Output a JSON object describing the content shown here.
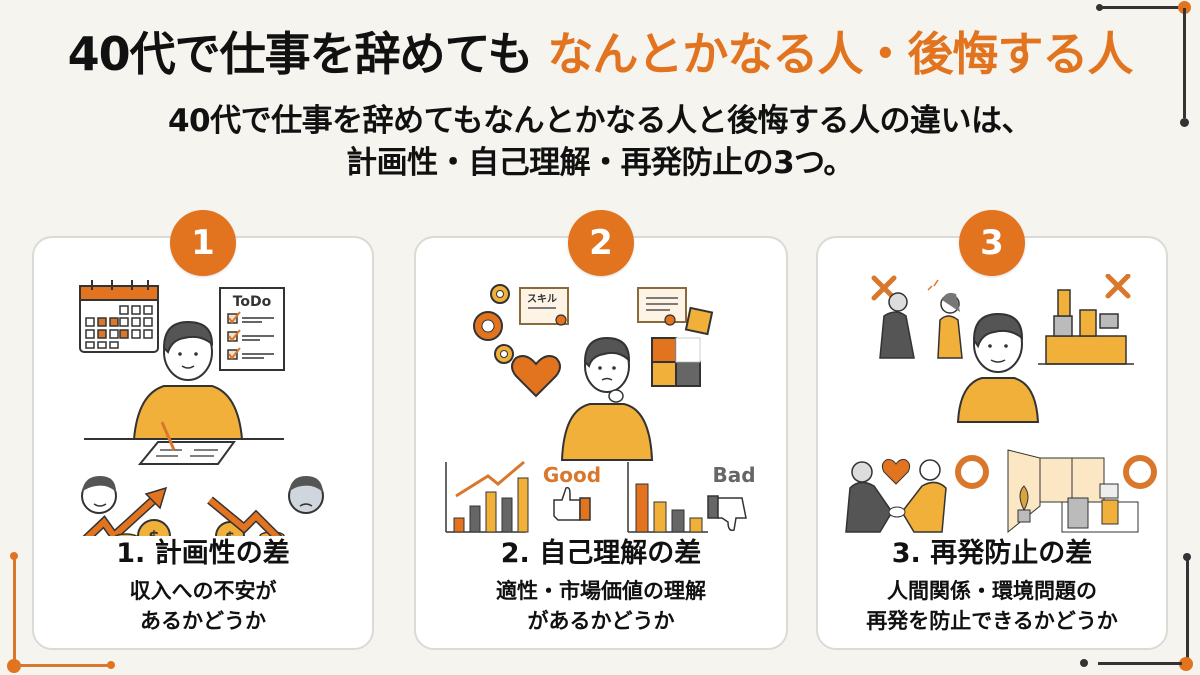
{
  "header": {
    "title_main": "40代で仕事を辞めても",
    "title_accent": "なんとかなる人・後悔する人",
    "subtitle_line1": "40代で仕事を辞めてもなんとかなる人と後悔する人の違いは、",
    "subtitle_line2": "計画性・自己理解・再発防止の3つ。"
  },
  "colors": {
    "accent": "#e2731f",
    "accent_light": "#f0b03a",
    "background": "#f5f4ef",
    "card": "#ffffff",
    "dark": "#333333"
  },
  "cards": [
    {
      "number": "1",
      "heading": "1. 計画性の差",
      "desc_line1": "収入への不安が",
      "desc_line2": "あるかどうか",
      "art": {
        "todo_label": "ToDo",
        "icons": [
          "calendar-icon",
          "todo-list-icon",
          "planning-man-icon",
          "rising-arrow-icon",
          "money-bag-icon",
          "falling-arrow-icon",
          "worried-man-icon"
        ]
      }
    },
    {
      "number": "2",
      "heading": "2. 自己理解の差",
      "desc_line1": "適性・市場価値の理解",
      "desc_line2": "があるかどうか",
      "art": {
        "skill_label": "スキル",
        "good_label": "Good",
        "bad_label": "Bad",
        "icons": [
          "gear-icon",
          "certificate-icon",
          "heart-icon",
          "thinking-man-icon",
          "puzzle-icon",
          "thumbs-up-icon",
          "thumbs-down-icon"
        ]
      }
    },
    {
      "number": "3",
      "heading": "3. 再発防止の差",
      "desc_line1": "人間関係・環境問題の",
      "desc_line2": "再発を防止できるかどうか",
      "art": {
        "icons": [
          "conflict-icon",
          "cross-mark-icon",
          "broken-office-icon",
          "man-icon",
          "handshake-icon",
          "heart-icon",
          "circle-mark-icon",
          "clean-office-icon"
        ]
      }
    }
  ]
}
